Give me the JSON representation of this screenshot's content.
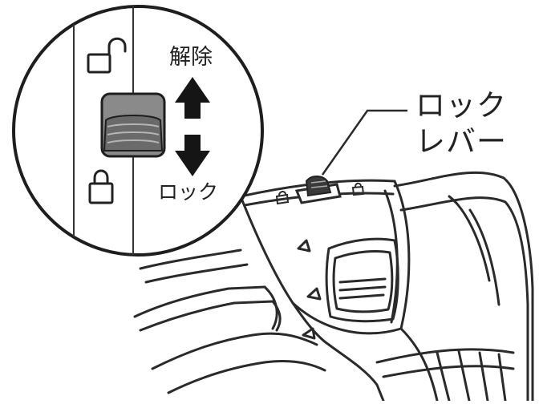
{
  "labels": {
    "release": "解除",
    "lock": "ロック",
    "lock_lever_line1": "ロック",
    "lock_lever_line2": "レバー"
  },
  "icons": {
    "top": "unlocked-padlock-icon",
    "bottom": "locked-padlock-icon",
    "arrow": "double-vertical-arrow-icon"
  },
  "colors": {
    "line": "#222222",
    "switch_fill": "#8a8a8a",
    "switch_knob": "#6a6a6a",
    "arrow_fill": "#151515"
  }
}
